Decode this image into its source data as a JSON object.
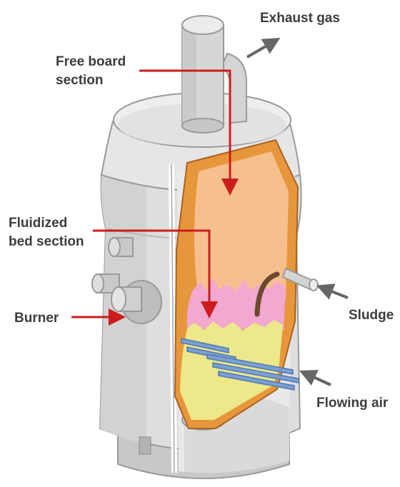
{
  "diagram": {
    "labels": {
      "exhaust_gas": "Exhaust gas",
      "free_board_line1": "Free board",
      "free_board_line2": "section",
      "fluidized_line1": "Fluidized",
      "fluidized_line2": "bed section",
      "burner": "Burner",
      "sludge": "Sludge",
      "flowing_air": "Flowing air"
    },
    "colors": {
      "vessel_light": "#e3e3e3",
      "vessel_mid": "#cfcfcf",
      "vessel_dark": "#b3b3b3",
      "vessel_outline": "#9a9a9a",
      "refractory": "#e8963c",
      "free_board": "#f6c08e",
      "fluidized_bed": "#f2a8cf",
      "sand_bed": "#ede88a",
      "air_pipes": "#7aa0d2",
      "red_arrow": "#cc1c1c",
      "grey_arrow": "#666666",
      "sludge_jet": "#6b4a2e"
    }
  }
}
